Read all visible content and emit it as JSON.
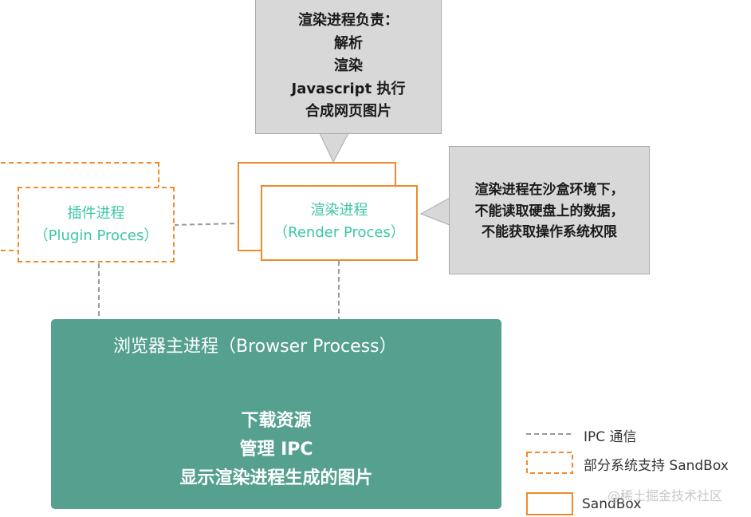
{
  "render_process_callout": {
    "lines": [
      "渲染进程负责：",
      "解析",
      "渲染",
      "Javascript 执行",
      "合成网页图片"
    ]
  },
  "sandbox_callout": {
    "lines": [
      "渲染进程在沙盒环境下，",
      "不能读取硬盘上的数据，",
      "不能获取操作系统权限"
    ]
  },
  "plugin_process": {
    "name": "插件进程",
    "english": "（Plugin Proces）"
  },
  "render_process": {
    "name": "渲染进程",
    "english": "（Render Proces）"
  },
  "browser_process": {
    "title": "浏览器主进程（Browser Process）",
    "lines": [
      "下载资源",
      "管理 IPC",
      "显示渲染进程生成的图片"
    ]
  },
  "legend": {
    "ipc": "IPC 通信",
    "partial_sandbox": "部分系统支持 SandBox",
    "sandbox": "SandBox"
  },
  "watermark": "@稀土掘金技术社区",
  "colors": {
    "orange": "#f08a2c",
    "teal_text": "#3cc7a6",
    "browser_fill": "#55a08f",
    "callout_fill": "#d8d8d8",
    "connector": "#999999"
  }
}
